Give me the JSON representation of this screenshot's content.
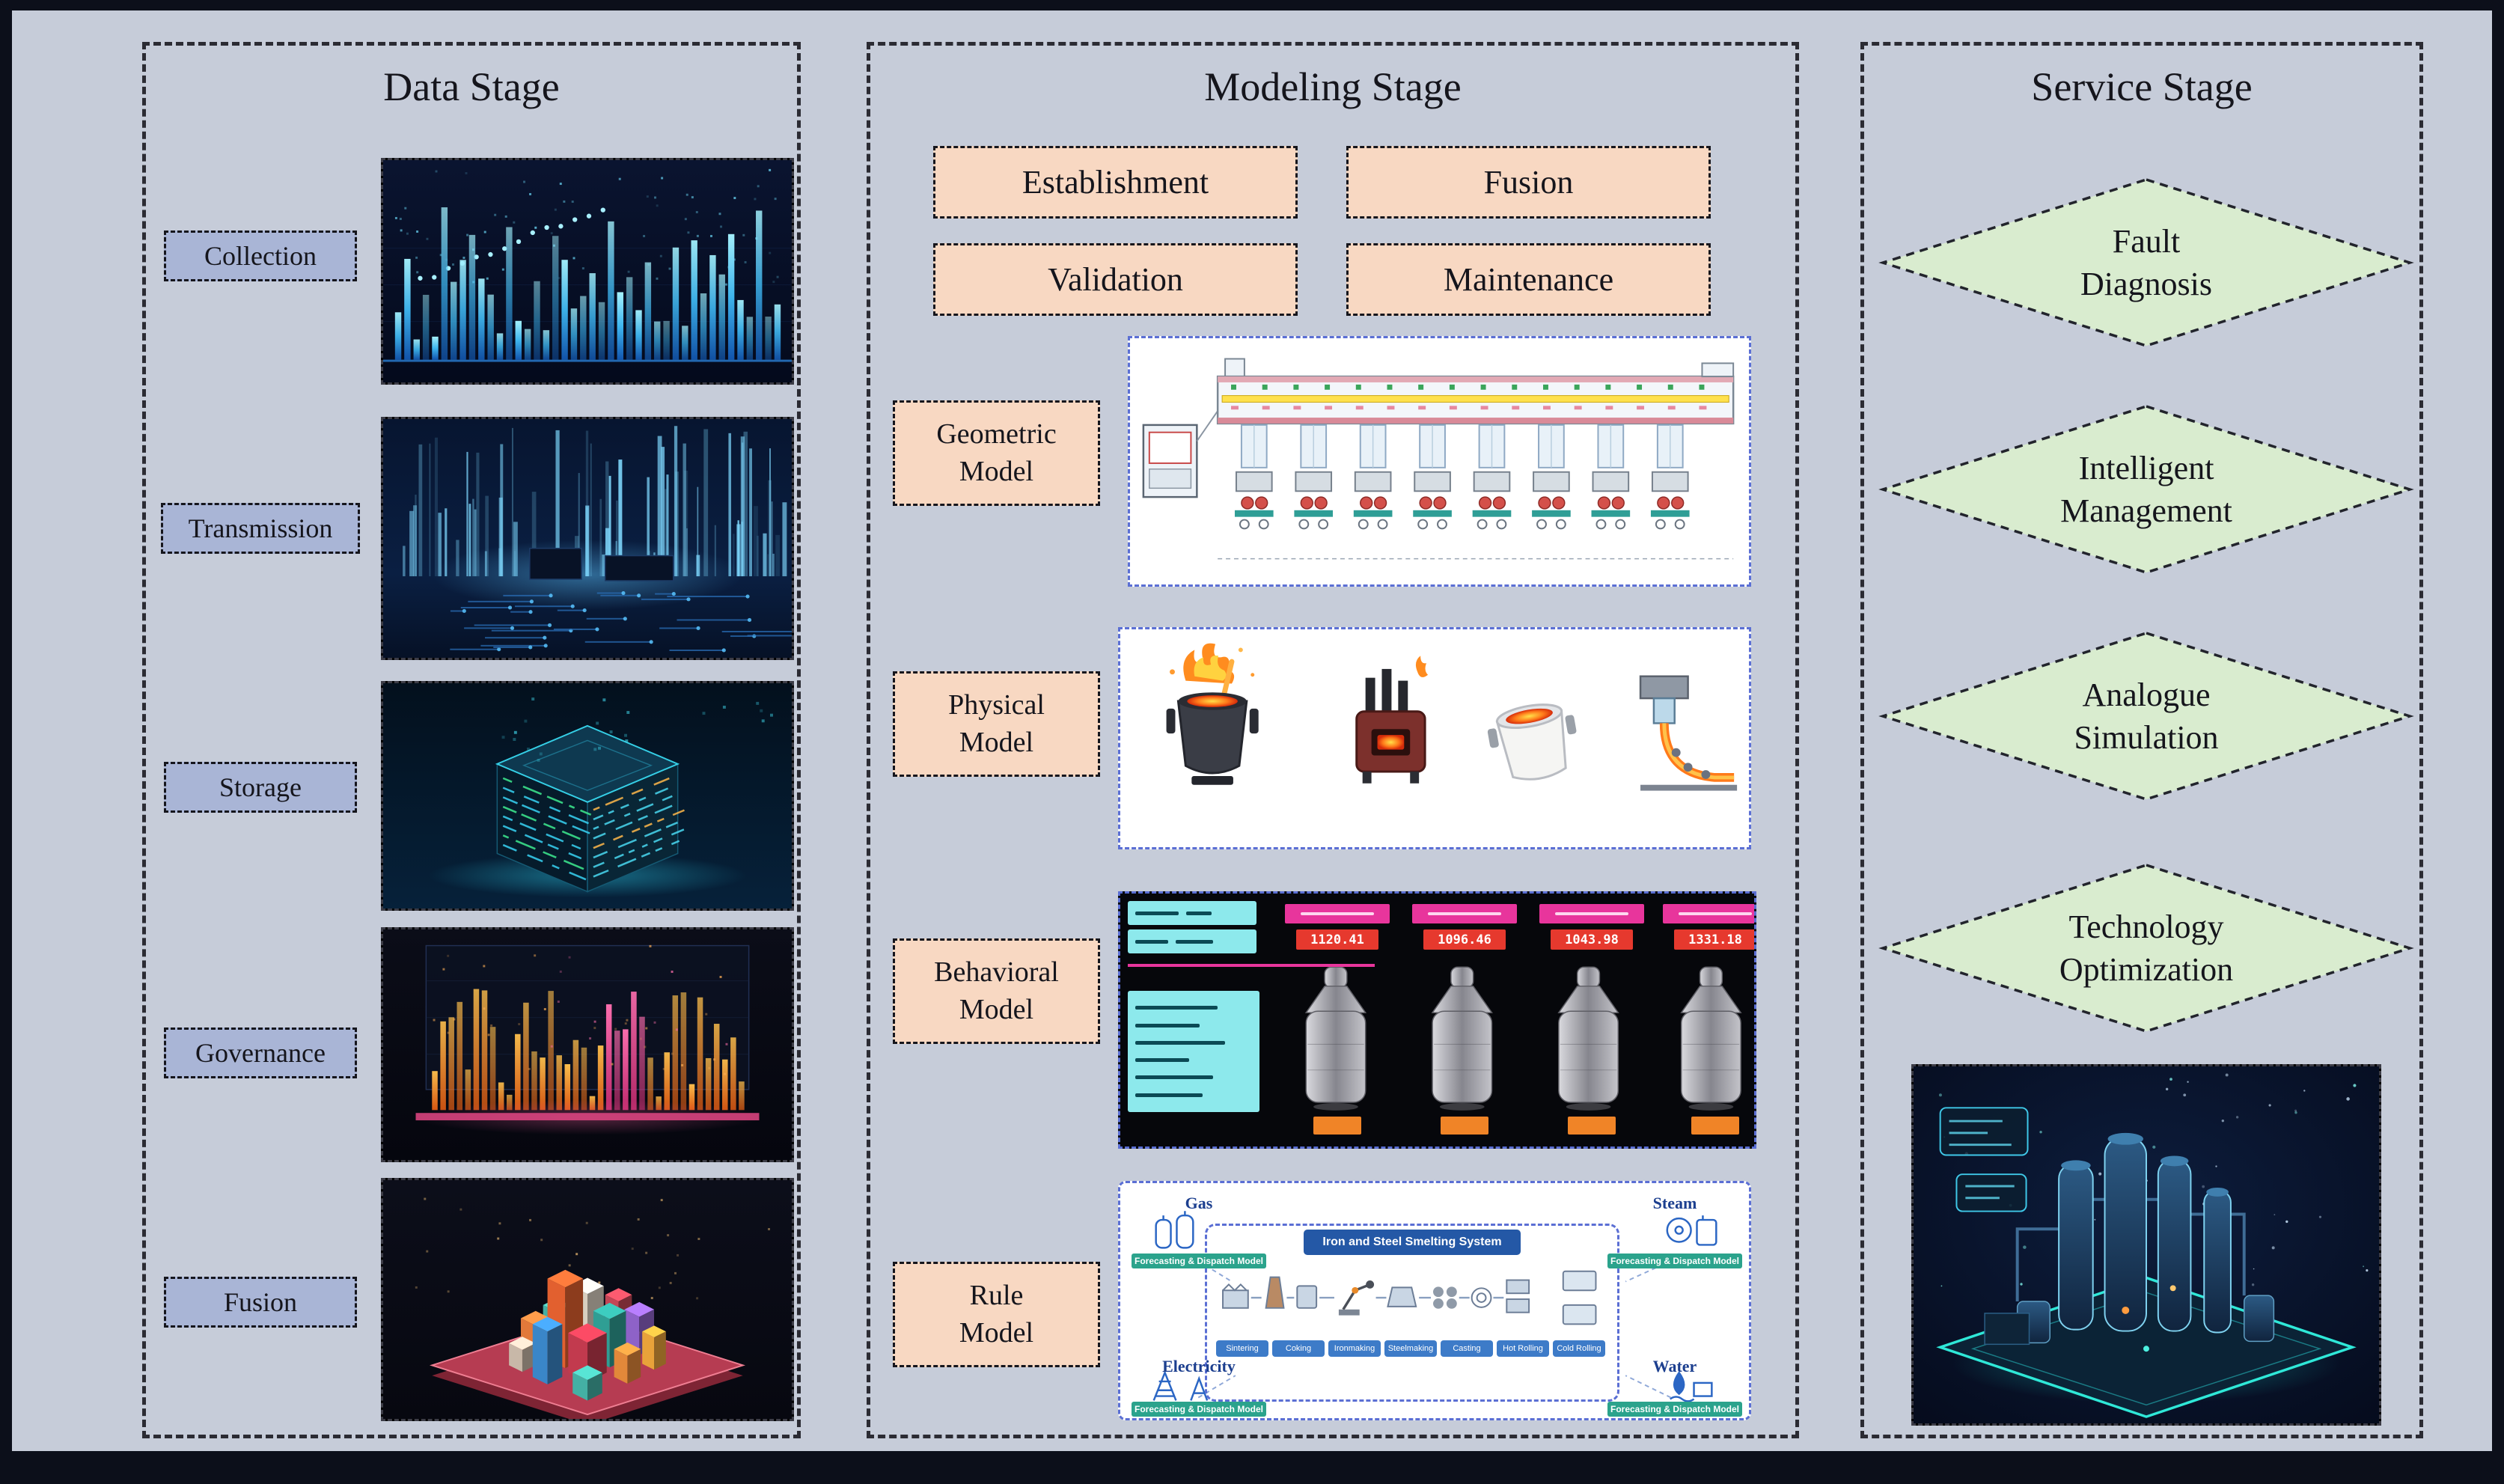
{
  "figure": {
    "background": "#c6ccd9",
    "frame_color": "#0c0f1a"
  },
  "colors": {
    "data_label_bg": "#a9b5d6",
    "process_box_bg": "#f8d8c2",
    "diamond_bg": "#d9eccf",
    "panel_border_blue": "#5b6fd4",
    "hmi_pink": "#e8359c",
    "hmi_value_red": "#e6392e",
    "hmi_orange": "#f08427",
    "rule_teal": "#2ba38c",
    "rule_chip_blue": "#3d7bc8"
  },
  "data_stage": {
    "title": "Data Stage",
    "items": [
      {
        "label": "Collection",
        "image": "data-visualization-bars"
      },
      {
        "label": "Transmission",
        "image": "data-stream-beams"
      },
      {
        "label": "Storage",
        "image": "server-cube"
      },
      {
        "label": "Governance",
        "image": "orange-analytics-bars"
      },
      {
        "label": "Fusion",
        "image": "isometric-city-blocks"
      }
    ]
  },
  "modeling_stage": {
    "title": "Modeling Stage",
    "process_boxes": [
      {
        "label": "Establishment"
      },
      {
        "label": "Fusion"
      },
      {
        "label": "Validation"
      },
      {
        "label": "Maintenance"
      }
    ],
    "models": [
      {
        "line1": "Geometric",
        "line2": "Model"
      },
      {
        "line1": "Physical",
        "line2": "Model"
      },
      {
        "line1": "Behavioral",
        "line2": "Model"
      },
      {
        "line1": "Rule",
        "line2": "Model"
      }
    ],
    "behavioral_hmi": {
      "values": [
        "1120.41",
        "1096.46",
        "1043.98",
        "1331.18"
      ]
    },
    "rule_diagram": {
      "corners": [
        {
          "label": "Gas"
        },
        {
          "label": "Steam"
        },
        {
          "label": "Electricity"
        },
        {
          "label": "Water"
        }
      ],
      "model_bar_label": "Forecasting & Dispatch Model",
      "center_title": "Iron and Steel Smelting System",
      "process_chips": [
        "Sintering",
        "Coking",
        "Ironmaking",
        "Steelmaking",
        "Casting",
        "Hot Rolling",
        "Cold Rolling"
      ]
    }
  },
  "service_stage": {
    "title": "Service Stage",
    "services": [
      {
        "line1": "Fault",
        "line2": "Diagnosis"
      },
      {
        "line1": "Intelligent",
        "line2": "Management"
      },
      {
        "line1": "Analogue",
        "line2": "Simulation"
      },
      {
        "line1": "Technology",
        "line2": "Optimization"
      }
    ]
  }
}
